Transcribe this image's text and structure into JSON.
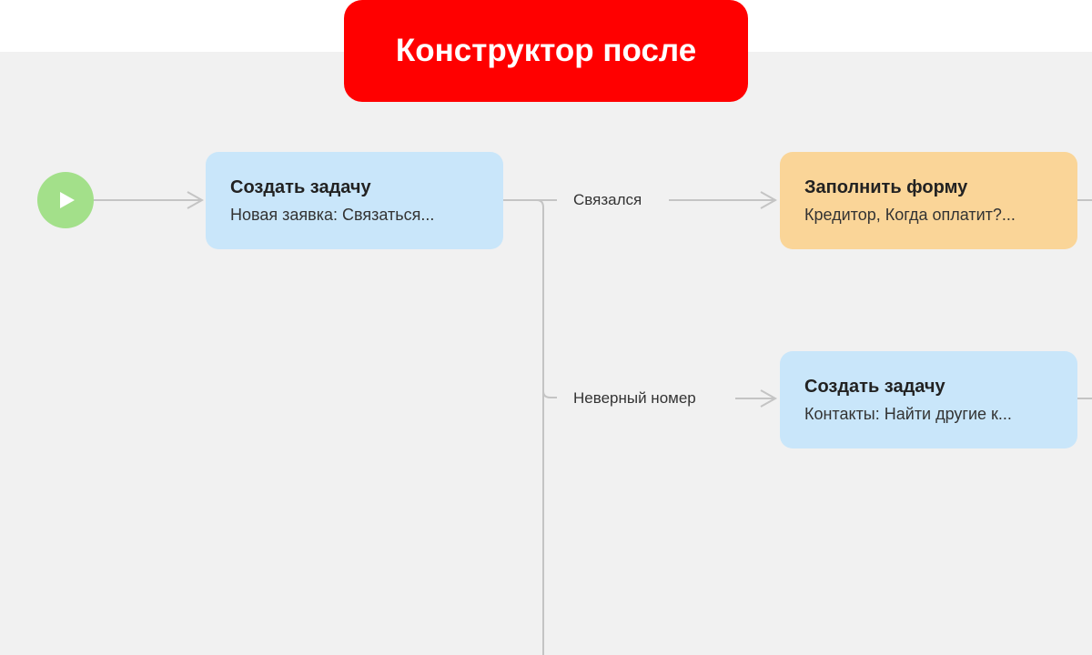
{
  "banner": {
    "title": "Конструктор после",
    "color": "#ff0000"
  },
  "start": {
    "icon": "play-icon",
    "color": "#a3e08a"
  },
  "nodes": [
    {
      "title": "Создать задачу",
      "subtitle": "Новая заявка: Связаться...",
      "color": "#c9e6fa"
    },
    {
      "title": "Заполнить форму",
      "subtitle": "Кредитор, Когда оплатит?...",
      "color": "#fad598"
    },
    {
      "title": "Создать задачу",
      "subtitle": "Контакты: Найти другие к...",
      "color": "#c9e6fa"
    }
  ],
  "branches": [
    {
      "label": "Связался"
    },
    {
      "label": "Неверный номер"
    }
  ]
}
